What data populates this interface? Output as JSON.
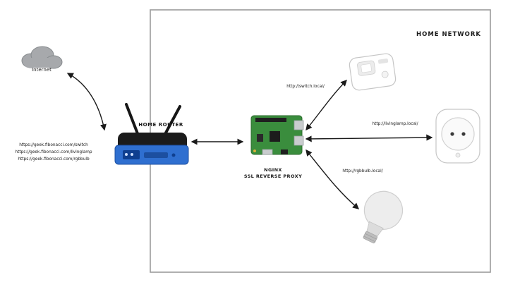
{
  "diagram": {
    "title": "HOME NETWORK",
    "internet": {
      "label": "Internet"
    },
    "router": {
      "label": "HOME ROUTER",
      "urls": [
        "https://geek.fibonacci.com/switch",
        "https://geek.fibonacci.com/livinglamp",
        "https://geek.fibonacci.com/rgbbulb"
      ]
    },
    "proxy": {
      "label_line1": "NGINX",
      "label_line2": "SSL REVERSE PROXY"
    },
    "devices": [
      {
        "name": "smart-switch",
        "url": "http://switch.local/"
      },
      {
        "name": "smart-plug-livinglamp",
        "url": "http://livinglamp.local/"
      },
      {
        "name": "rgb-bulb",
        "url": "http://rgbbulb.local/"
      }
    ],
    "colors": {
      "router_body": "#2f6fd0",
      "pi_board": "#3a8d3d",
      "cloud_fill": "#a7a9ac",
      "box_border": "#9b9b9b",
      "arrow": "#1a1a1a"
    }
  }
}
